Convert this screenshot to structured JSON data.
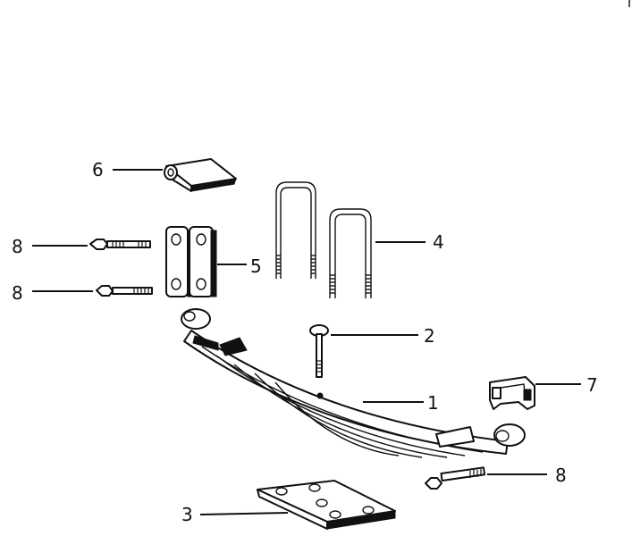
{
  "callouts": {
    "c1": "1",
    "c2": "2",
    "c3": "3",
    "c4": "4",
    "c5": "5",
    "c6": "6",
    "c7": "7",
    "c8_upper": "8",
    "c8_middle": "8",
    "c8_lower": "8"
  }
}
